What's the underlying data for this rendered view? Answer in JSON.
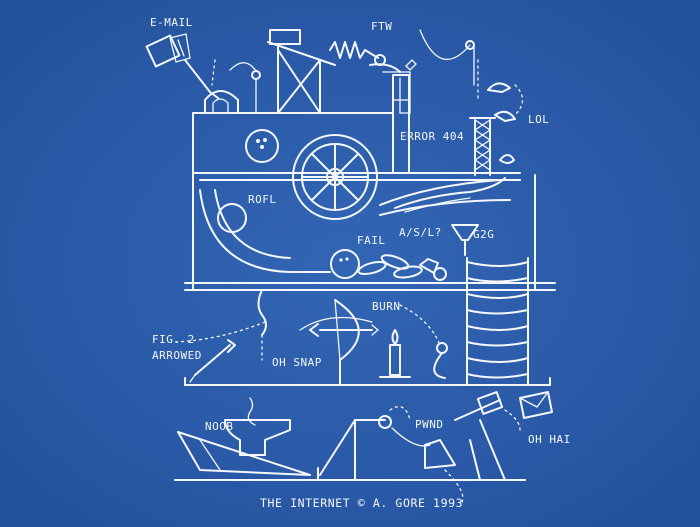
{
  "labels": {
    "email": "E-MAIL",
    "ftw": "FTW",
    "error404": "ERROR 404",
    "lol": "LOL",
    "rofl": "ROFL",
    "fail": "FAIL",
    "asl": "A/S/L?",
    "g2g": "G2G",
    "burn": "BURN",
    "fig2": "FIG. 2",
    "arrowed": "ARROWED",
    "ohsnap": "OH SNAP",
    "noob": "NOOB",
    "pwnd": "PWND",
    "ohhai": "OH HAI"
  },
  "caption": "THE INTERNET © A. GORE 1993"
}
